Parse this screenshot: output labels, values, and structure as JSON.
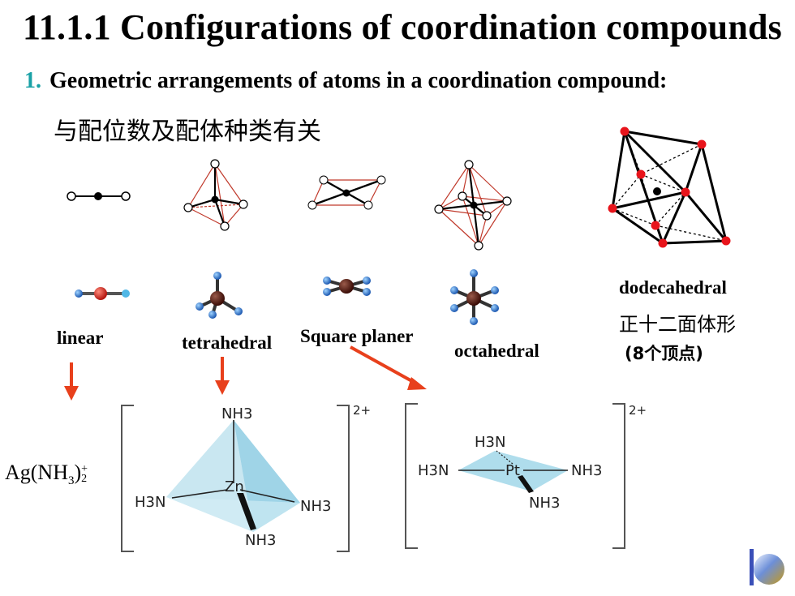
{
  "slide": {
    "title": "11.1.1 Configurations of coordination compounds",
    "point_number": "1.",
    "point_text": "Geometric arrangements of atoms in a coordination compound:",
    "chinese_note": "与配位数及配体种类有关"
  },
  "geometries": {
    "linear": "linear",
    "tetrahedral": "tetrahedral",
    "square_planar": "Square planer",
    "octahedral": "octahedral",
    "dodecahedral": "dodecahedral",
    "dodecahedral_cn": "正十二面体形",
    "dodecahedral_vertices": "(8个顶点)"
  },
  "examples": {
    "silver_complex": {
      "prefix": "Ag(NH",
      "sub3": "3",
      "close": ")",
      "sub2": "2",
      "sup": "+"
    },
    "zinc_complex": {
      "charge": "2+",
      "metal": "Zn",
      "ligand_top": "NH3",
      "ligand_left": "H3N",
      "ligand_right": "NH3",
      "ligand_bottom": "NH3"
    },
    "platinum_complex": {
      "charge": "2+",
      "metal": "Pt",
      "ligand_top": "H3N",
      "ligand_left": "H3N",
      "ligand_right": "NH3",
      "ligand_bottom": "NH3"
    }
  },
  "colors": {
    "accent": "#1aa1a6",
    "arrow": "#e8401c",
    "vertex_red": "#e8141b",
    "ligand_blue": "#2d74c8"
  }
}
